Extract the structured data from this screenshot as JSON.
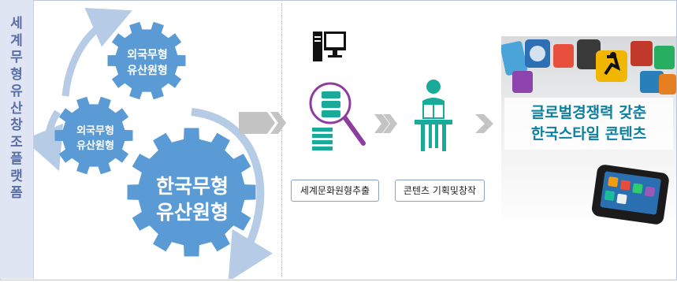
{
  "side_title": "세계무형유산창조플랫폼",
  "gears": {
    "top": [
      "외국무형",
      "유산원형"
    ],
    "left": [
      "외국무형",
      "유산원형"
    ],
    "main": [
      "한국무형",
      "유산원형"
    ]
  },
  "steps": {
    "extract_label": "세계문화원형추출",
    "plan_label": "콘텐츠 기획및창작"
  },
  "result": {
    "line1": "글로벌경쟁력 갖춘",
    "line2": "한국스타일 콘텐츠"
  },
  "icons": [
    "computer-icon",
    "magnifier-data-icon",
    "reader-icon",
    "app-icons-photo",
    "smartphone-icon"
  ],
  "colors": {
    "gear_blue": "#5b9bd5",
    "arrow_blue": "#b5cbe6",
    "side_bg": "#dfe5f2",
    "side_text": "#5b6fa6",
    "chevron_gray": "#c4c4c4",
    "icon_teal": "#1aaa9a",
    "icon_purple": "#8e3c9e",
    "banner_text": "#0d7fa0"
  }
}
